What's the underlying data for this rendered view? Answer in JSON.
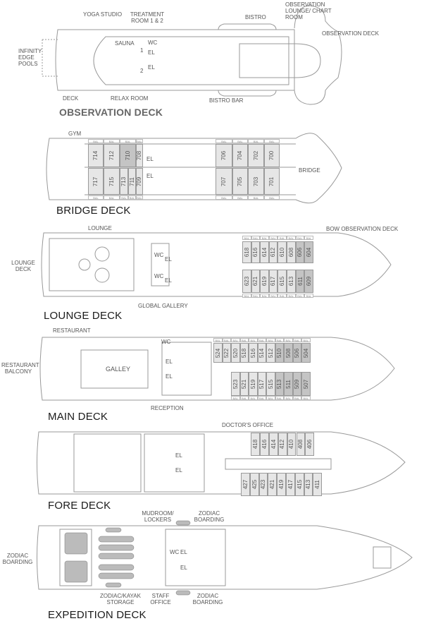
{
  "decks": [
    {
      "name": "OBSERVATION DECK",
      "labels": [
        "YOGA STUDIO",
        "TREATMENT ROOM 1 & 2",
        "BISTRO",
        "OBSERVATION LOUNGE/ CHART ROOM",
        "OBSERVATION DECK",
        "INFINITY EDGE POOLS",
        "SAUNA",
        "WC",
        "EL",
        "EL",
        "1",
        "2",
        "DECK",
        "RELAX ROOM",
        "BISTRO BAR"
      ]
    },
    {
      "name": "BRIDGE DECK",
      "labels": [
        "GYM",
        "BRIDGE",
        "EL",
        "EL"
      ],
      "cabins_top": [
        {
          "n": "714"
        },
        {
          "n": "712"
        },
        {
          "n": "710",
          "tone": "dark"
        },
        {
          "n": "708"
        },
        {
          "n": "706"
        },
        {
          "n": "704"
        },
        {
          "n": "702"
        },
        {
          "n": "700"
        }
      ],
      "cabins_bottom": [
        {
          "n": "717"
        },
        {
          "n": "715"
        },
        {
          "n": "713"
        },
        {
          "n": "711"
        },
        {
          "n": "709"
        },
        {
          "n": "707"
        },
        {
          "n": "705"
        },
        {
          "n": "703"
        },
        {
          "n": "701"
        }
      ]
    },
    {
      "name": "LOUNGE DECK",
      "labels": [
        "LOUNGE",
        "BOW OBSERVATION DECK",
        "LOUNGE DECK",
        "WC",
        "EL",
        "WC",
        "EL",
        "GLOBAL GALLERY"
      ],
      "cabins_top": [
        {
          "n": "618"
        },
        {
          "n": "616"
        },
        {
          "n": "614"
        },
        {
          "n": "612"
        },
        {
          "n": "610"
        },
        {
          "n": "608"
        },
        {
          "n": "606",
          "tone": "dark"
        },
        {
          "n": "604",
          "tone": "dark"
        }
      ],
      "cabins_bottom": [
        {
          "n": "623"
        },
        {
          "n": "621"
        },
        {
          "n": "619"
        },
        {
          "n": "617"
        },
        {
          "n": "615"
        },
        {
          "n": "613"
        },
        {
          "n": "611",
          "tone": "dark"
        },
        {
          "n": "609",
          "tone": "dark"
        }
      ]
    },
    {
      "name": "MAIN DECK",
      "labels": [
        "RESTAURANT",
        "RESTAURANT BALCONY",
        "GALLEY",
        "WC",
        "EL",
        "EL",
        "RECEPTION"
      ],
      "cabins_top": [
        {
          "n": "524"
        },
        {
          "n": "522"
        },
        {
          "n": "520"
        },
        {
          "n": "518"
        },
        {
          "n": "516"
        },
        {
          "n": "514"
        },
        {
          "n": "512"
        },
        {
          "n": "510",
          "tone": "dark"
        },
        {
          "n": "508",
          "tone": "dark"
        },
        {
          "n": "506",
          "tone": "dark"
        },
        {
          "n": "504",
          "tone": "dark"
        }
      ],
      "cabins_bottom": [
        {
          "n": "523"
        },
        {
          "n": "521"
        },
        {
          "n": "519"
        },
        {
          "n": "517"
        },
        {
          "n": "515"
        },
        {
          "n": "513",
          "tone": "dark"
        },
        {
          "n": "511",
          "tone": "dark"
        },
        {
          "n": "509",
          "tone": "dark"
        },
        {
          "n": "507",
          "tone": "dark"
        }
      ]
    },
    {
      "name": "FORE DECK",
      "labels": [
        "DOCTOR'S OFFICE",
        "EL",
        "EL"
      ],
      "cabins_top": [
        {
          "n": "418"
        },
        {
          "n": "416"
        },
        {
          "n": "414"
        },
        {
          "n": "412"
        },
        {
          "n": "410"
        },
        {
          "n": "408"
        },
        {
          "n": "406"
        }
      ],
      "cabins_bottom": [
        {
          "n": "427"
        },
        {
          "n": "425"
        },
        {
          "n": "423"
        },
        {
          "n": "421"
        },
        {
          "n": "419"
        },
        {
          "n": "417"
        },
        {
          "n": "415"
        },
        {
          "n": "413"
        },
        {
          "n": "411"
        }
      ]
    },
    {
      "name": "EXPEDITION DECK",
      "labels": [
        "MUDROOM/ LOCKERS",
        "ZODIAC BOARDING",
        "ZODIAC BOARDING",
        "WC",
        "EL",
        "EL",
        "ZODIAC/KAYAK STORAGE",
        "STAFF OFFICE",
        "ZODIAC BOARDING"
      ]
    }
  ],
  "balcony_label": "BAL",
  "colors": {
    "cabin": "#e6e6e6",
    "cabin_dark": "#c4c4c4",
    "line": "#9a9a9a"
  }
}
